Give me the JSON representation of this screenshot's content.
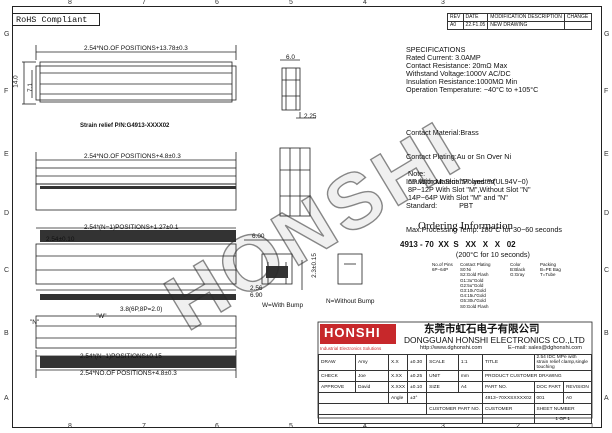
{
  "rohs_label": "RoHS Compliant",
  "zones": {
    "top": [
      "8",
      "7",
      "6",
      "5",
      "4",
      "3",
      "2",
      "1"
    ],
    "bottom": [
      "8",
      "7",
      "6",
      "5",
      "4",
      "3",
      "2",
      "1"
    ],
    "left": [
      "G",
      "F",
      "E",
      "D",
      "C",
      "B",
      "A"
    ],
    "right": [
      "G",
      "F",
      "E",
      "D",
      "C",
      "B",
      "A"
    ]
  },
  "revision_table": {
    "headers": [
      "REV",
      "DATE",
      "MODIFICATION DESCRIPTION",
      "CHANGE"
    ],
    "row": [
      "A0",
      "22.F1.05",
      "NEW DRAWING",
      ""
    ]
  },
  "dims": {
    "top_overall": "2.54*NO.OF POSITIONS+13.78±0.3",
    "height_14": "14.0",
    "height_7": "7.1",
    "strain_relief": "Strain relief P/N:G4913-XXXX02",
    "mid_overall": "2.54*NO.OF POSITIONS+4.8±0.3",
    "n_minus_1_top": "2.54*(N−1)POSITIONS+1.27±0.1",
    "pitch": "2.54±0.10",
    "gap_38": "3.8(6P,8P=2.0)",
    "n_minus_1_bottom": "2.54*(N−1)POSITIONS±0.15",
    "bottom_overall": "2.54*NO.OF POSITIONS+4.8±0.3",
    "dim_6_top": "6.0",
    "dim_225": "2.25",
    "dim_6_side": "6.00",
    "dim_256": "2.56",
    "dim_690": "6.90",
    "dim_23": "2.3±0.15",
    "bump_w": "W=With Bump",
    "bump_n": "N=Without Bump",
    "n_label": "\"N\"",
    "w_label": "\"W\""
  },
  "specs": {
    "heading": "SPECIFICATIONS",
    "lines": [
      "Rated Current: 3.0AMP",
      "Contact Resistance: 20mΩ Max",
      "Withstand Voltage:1000V AC/DC",
      "Insulation Resistance:1000MΩ Min",
      "Operation Temperature: −40°C to +105°C"
    ],
    "lines2": [
      "Contact Material:Brass",
      "Contact Plating:Au or Sn Over Ni",
      "Insulator Material:Polyester(UL94V−0)",
      "Standard:           PBT",
      "Max.Processing Temp: 180°C for 30−60 seconds",
      "                         (200°C for 10 seconds)"
    ],
    "note_heading": "Note:",
    "notes": [
      "6P Without Slot \"M\" and \"N\"",
      "8P−12P With Slot \"M\",Without Slot \"N\"",
      "14P−64P With Slot \"M\" and \"N\""
    ]
  },
  "ordering": {
    "heading": "Ordering Information",
    "code": "4913 - 70  XX  S   XX   X   X   02",
    "pin": "No.of Pins\n6P−64P",
    "plating": "Contact Plating\nS0:Ni\nS2:Gold Flash\nG1:3u\"Gold\nG2:5u\"Gold\nG3:10u\"Gold\nG4:15u\"Gold\nG5:30u\"Gold\nS0:Gold Flash",
    "color": "Color\nB:Black\nG:Gray",
    "packing": "Packing\nB=PE Bag\nT=Tube"
  },
  "title_block": {
    "company_cn": "东莞市虹石电子有限公司",
    "company_en": "DONGGUAN HONSHI ELECTRONICS CO.,LTD",
    "logo_text": "HONSHI",
    "logo_sub": "Industrial Electronics Solutions",
    "web": "http://www.dghonshi.com",
    "email": "E−mail: sales@dghonshi.com",
    "draw_label": "DRAW",
    "draw_name": "Amy",
    "check_label": "CHECK",
    "check_name": "Joe",
    "approve_label": "APPROVE",
    "approve_name": "David",
    "tol_x": "X.X",
    "tol_x_val": "±0.30",
    "tol_xx": "X.XX",
    "tol_xx_val": "±0.25",
    "tol_xxx": "X.XXX",
    "tol_xxx_val": "±0.10",
    "angle": "Angle",
    "angle_val": "±3°",
    "scale_label": "SCALE",
    "scale_val": "1:1",
    "unit_label": "UNIT",
    "unit_val": "mm",
    "size_label": "SIZE",
    "size_val": "A4",
    "title_label": "TITLE",
    "title_val": "2.54 IDC MPe with strain relief clamp,single touching",
    "drawing_type": "PRODUCT CUSTOMER DRAWING",
    "part_no_label": "PART NO.",
    "part_no": "4913−70XXSXXXX02",
    "doc_part_label": "DOC PART",
    "doc_part": "001",
    "revision_label": "REVISION",
    "revision": "A0",
    "customer_part_label": "CUSTOMER PART NO.",
    "customer_label": "CUSTOMER",
    "sheet_label": "SHEET NUMBER",
    "sheet_val": "1 OF 1"
  },
  "watermark": "HONSHI"
}
